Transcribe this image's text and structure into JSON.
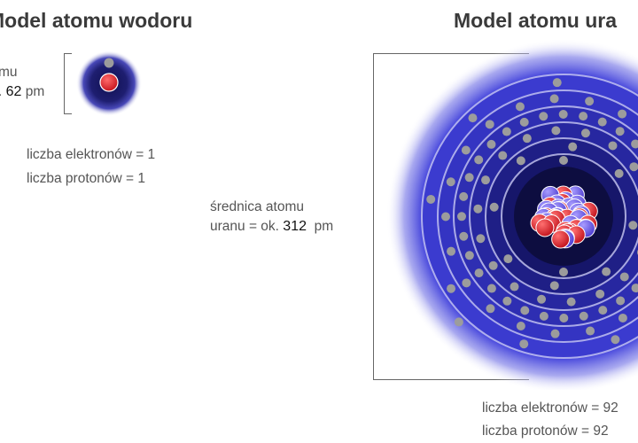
{
  "hydrogen": {
    "title": "Model atomu wodoru",
    "diameter_line1": "mu",
    "diameter_prefix": ". ",
    "diameter_value": "62",
    "diameter_unit": " pm",
    "electrons": "liczba elektronów = 1",
    "protons": "liczba protonów = 1"
  },
  "uranium": {
    "title": "Model atomu ura",
    "diameter_line1": "średnica atomu",
    "diameter_prefix": "uranu = ok. ",
    "diameter_value": "312",
    "diameter_unit": "pm",
    "electrons": "liczba elektronów = 92",
    "protons": "liczba protonów = 92"
  },
  "colors": {
    "proton": "#e0202a",
    "neutron": "#6a5ae6",
    "electron": "#9c9c9c",
    "shell_fill": "#3a3ad0",
    "core_dark": "#0d0d40"
  }
}
